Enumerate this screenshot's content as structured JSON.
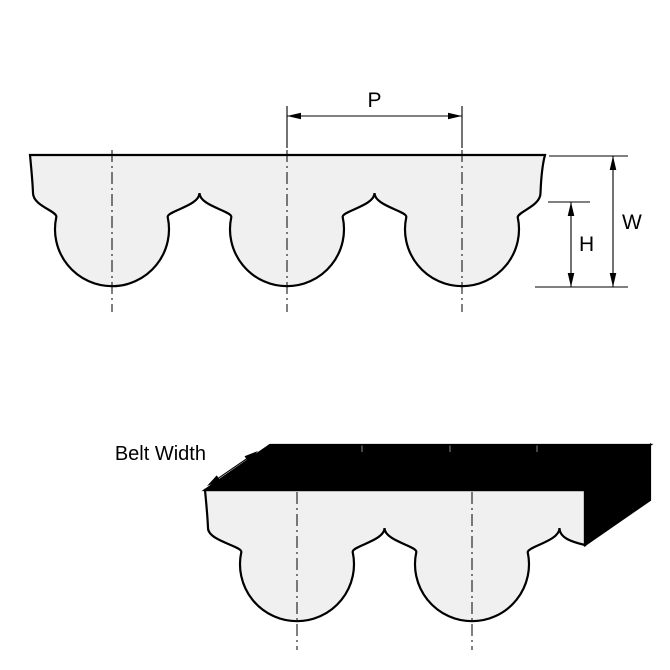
{
  "diagram": {
    "labels": {
      "pitch": "P",
      "belt_thickness": "W",
      "tooth_height": "H",
      "belt_width": "Belt Width"
    },
    "colors": {
      "background": "#ffffff",
      "line": "#000000",
      "belt_fill": "#f0f0f0",
      "solid_fill": "#000000"
    }
  }
}
